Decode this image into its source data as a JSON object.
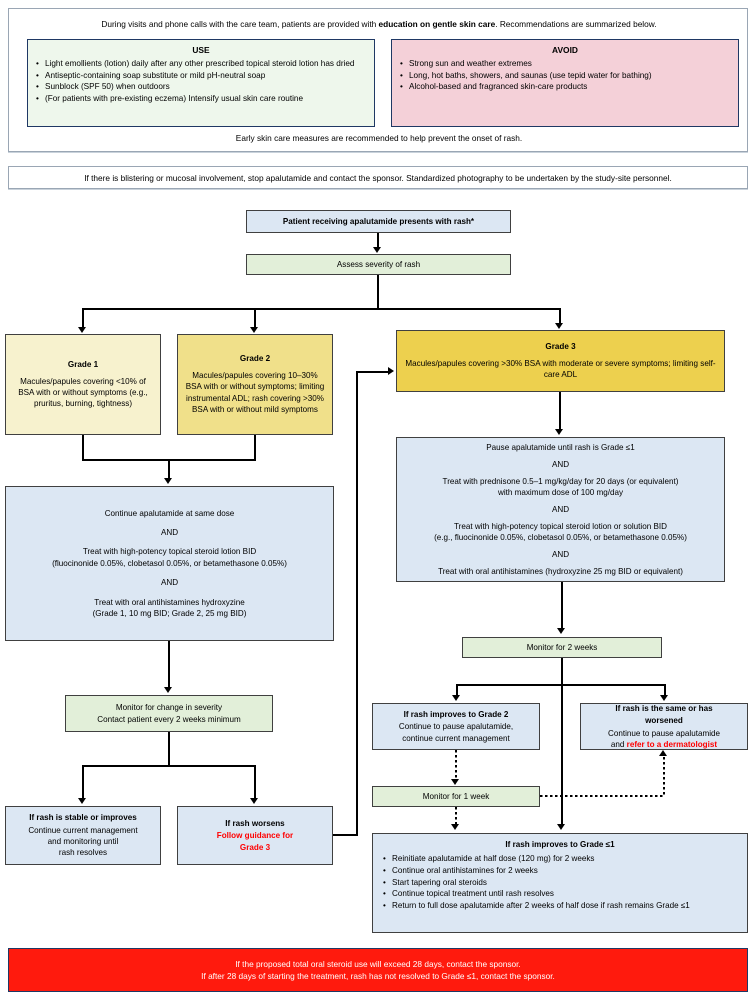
{
  "education": {
    "intro_pre": "During visits and phone calls with the care team, patients are provided with ",
    "intro_bold": "education on gentle skin care",
    "intro_post": ". Recommendations are summarized below.",
    "use": {
      "title": "USE",
      "items": [
        "Light emollients (lotion) daily after any other prescribed topical steroid lotion has dried",
        "Antiseptic-containing soap substitute or mild pH-neutral soap",
        "Sunblock (SPF 50) when outdoors",
        "(For patients with pre-existing eczema) Intensify usual skin care routine"
      ]
    },
    "avoid": {
      "title": "AVOID",
      "items": [
        "Strong sun and weather extremes",
        "Long, hot baths, showers, and saunas (use tepid water for bathing)",
        "Alcohol-based and fragranced skin-care products"
      ]
    },
    "footer": "Early skin care measures are recommended to help prevent the onset of rash."
  },
  "blistering_banner": "If there is blistering or mucosal involvement, stop apalutamide and contact the sponsor. Standardized photography to be undertaken by the study-site personnel.",
  "flow": {
    "start": "Patient receiving apalutamide presents with rash*",
    "assess": "Assess severity of rash",
    "grade1": {
      "title": "Grade 1",
      "body": "Macules/papules covering <10% of BSA with or without symptoms (e.g., pruritus, burning, tightness)"
    },
    "grade2": {
      "title": "Grade 2",
      "body": "Macules/papules covering 10–30% BSA with or without symptoms; limiting instrumental ADL; rash covering >30% BSA with or without mild symptoms"
    },
    "grade3": {
      "title": "Grade 3",
      "body": "Macules/papules covering >30% BSA with moderate or severe symptoms; limiting self-care ADL"
    },
    "g12_treat": {
      "line1": "Continue apalutamide at same dose",
      "and1": "AND",
      "line2a": "Treat with high-potency topical steroid lotion BID",
      "line2b": "(fluocinonide 0.05%, clobetasol 0.05%, or betamethasone 0.05%)",
      "and2": "AND",
      "line3a": "Treat with oral antihistamines hydroxyzine",
      "line3b": "(Grade 1, 10 mg BID; Grade 2, 25 mg BID)"
    },
    "g3_treat": {
      "line1": "Pause apalutamide until rash is Grade ≤1",
      "and1": "AND",
      "line2a": "Treat with prednisone 0.5–1 mg/kg/day for 20 days (or equivalent)",
      "line2b": "with maximum dose of 100 mg/day",
      "and2": "AND",
      "line3a": "Treat with high-potency topical steroid lotion or solution BID",
      "line3b": "(e.g., fluocinonide 0.05%, clobetasol 0.05%, or betamethasone 0.05%)",
      "and3": "AND",
      "line4": "Treat with oral antihistamines (hydroxyzine 25 mg BID or equivalent)"
    },
    "monitor_change": {
      "line1": "Monitor for change in severity",
      "line2": "Contact patient every 2 weeks minimum"
    },
    "stable": {
      "title": "If rash is stable or improves",
      "line1": "Continue current management",
      "line2": "and monitoring until",
      "line3": "rash resolves"
    },
    "worsens": {
      "title": "If rash worsens",
      "red1": "Follow guidance for",
      "red2": "Grade 3"
    },
    "monitor_2w": "Monitor for 2 weeks",
    "monitor_1w": "Monitor for 1 week",
    "improves_g2": {
      "title": "If rash improves to Grade 2",
      "line1": "Continue to pause apalutamide,",
      "line2": "continue current management"
    },
    "same_or_worse": {
      "title1": "If rash is the same or has",
      "title2": "worsened",
      "line1": "Continue to pause apalutamide",
      "line2_pre": "and ",
      "line2_red": "refer to a dermatologist"
    },
    "improves_g1": {
      "title": "If rash improves to Grade ≤1",
      "items": [
        "Reinitiate apalutamide at half dose (120 mg) for 2 weeks",
        "Continue oral antihistamines for 2 weeks",
        "Start tapering oral steroids",
        "Continue topical treatment until rash resolves",
        "Return to full dose apalutamide after 2 weeks of half dose if rash remains Grade ≤1"
      ]
    }
  },
  "footer_alert": {
    "line1": "If the proposed total oral steroid use will exceed 28 days, contact the sponsor.",
    "line2": "If after 28 days of starting the treatment, rash has not resolved to Grade ≤1, contact the sponsor."
  },
  "colors": {
    "blue_node": "#dce7f3",
    "green_node": "#e2efd9",
    "grade1": "#f7f2ce",
    "grade2": "#f0e08a",
    "grade3": "#edd04e",
    "use_box": "#eef7ec",
    "avoid_box": "#f4d0d8",
    "alert_red": "#ff1a0d",
    "accent_navy": "#1f3864",
    "warning_text": "#ff0000"
  }
}
